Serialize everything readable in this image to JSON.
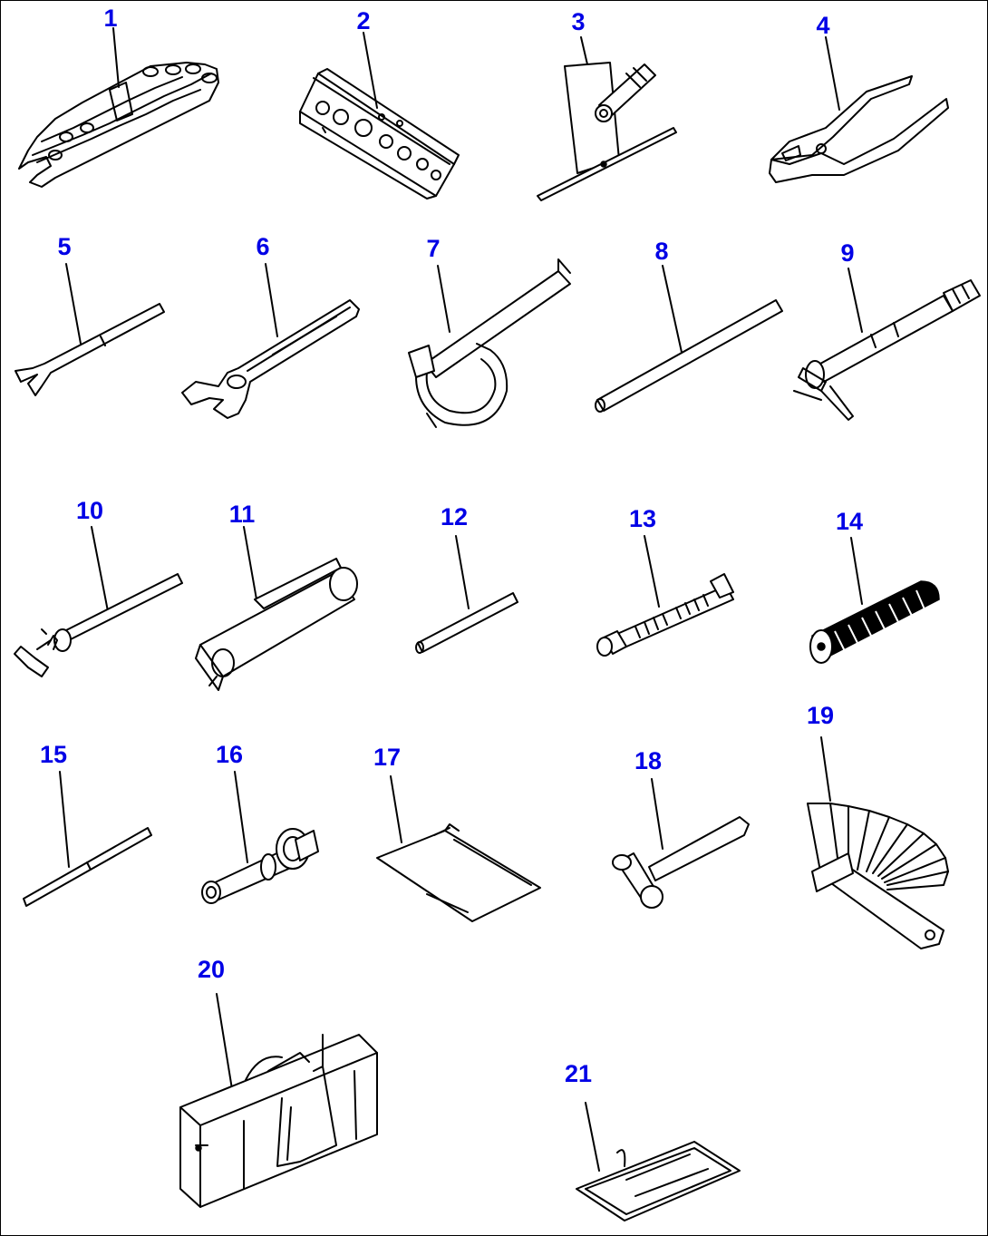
{
  "colors": {
    "callout": "#0000e6",
    "line": "#000000",
    "background": "#ffffff"
  },
  "items": [
    {
      "label": "1",
      "icon": "combination-wrench-set-icon"
    },
    {
      "label": "2",
      "icon": "socket-set-case-icon"
    },
    {
      "label": "3",
      "icon": "screwdriver-set-icon"
    },
    {
      "label": "4",
      "icon": "pliers-icon"
    },
    {
      "label": "5",
      "icon": "open-end-wrench-icon"
    },
    {
      "label": "6",
      "icon": "adjustable-wrench-icon"
    },
    {
      "label": "7",
      "icon": "filter-wrench-icon"
    },
    {
      "label": "8",
      "icon": "bar-icon"
    },
    {
      "label": "9",
      "icon": "grease-gun-nozzle-icon"
    },
    {
      "label": "10",
      "icon": "t-handle-wrench-icon"
    },
    {
      "label": "11",
      "icon": "grease-gun-icon"
    },
    {
      "label": "12",
      "icon": "rod-icon"
    },
    {
      "label": "13",
      "icon": "threaded-bolt-icon"
    },
    {
      "label": "14",
      "icon": "spring-element-icon"
    },
    {
      "label": "15",
      "icon": "pin-rod-icon"
    },
    {
      "label": "16",
      "icon": "puller-bolt-icon"
    },
    {
      "label": "17",
      "icon": "manual-sheet-icon"
    },
    {
      "label": "18",
      "icon": "hammer-icon"
    },
    {
      "label": "19",
      "icon": "feeler-gauge-icon"
    },
    {
      "label": "20",
      "icon": "tool-bag-icon"
    },
    {
      "label": "21",
      "icon": "pouch-icon"
    }
  ]
}
